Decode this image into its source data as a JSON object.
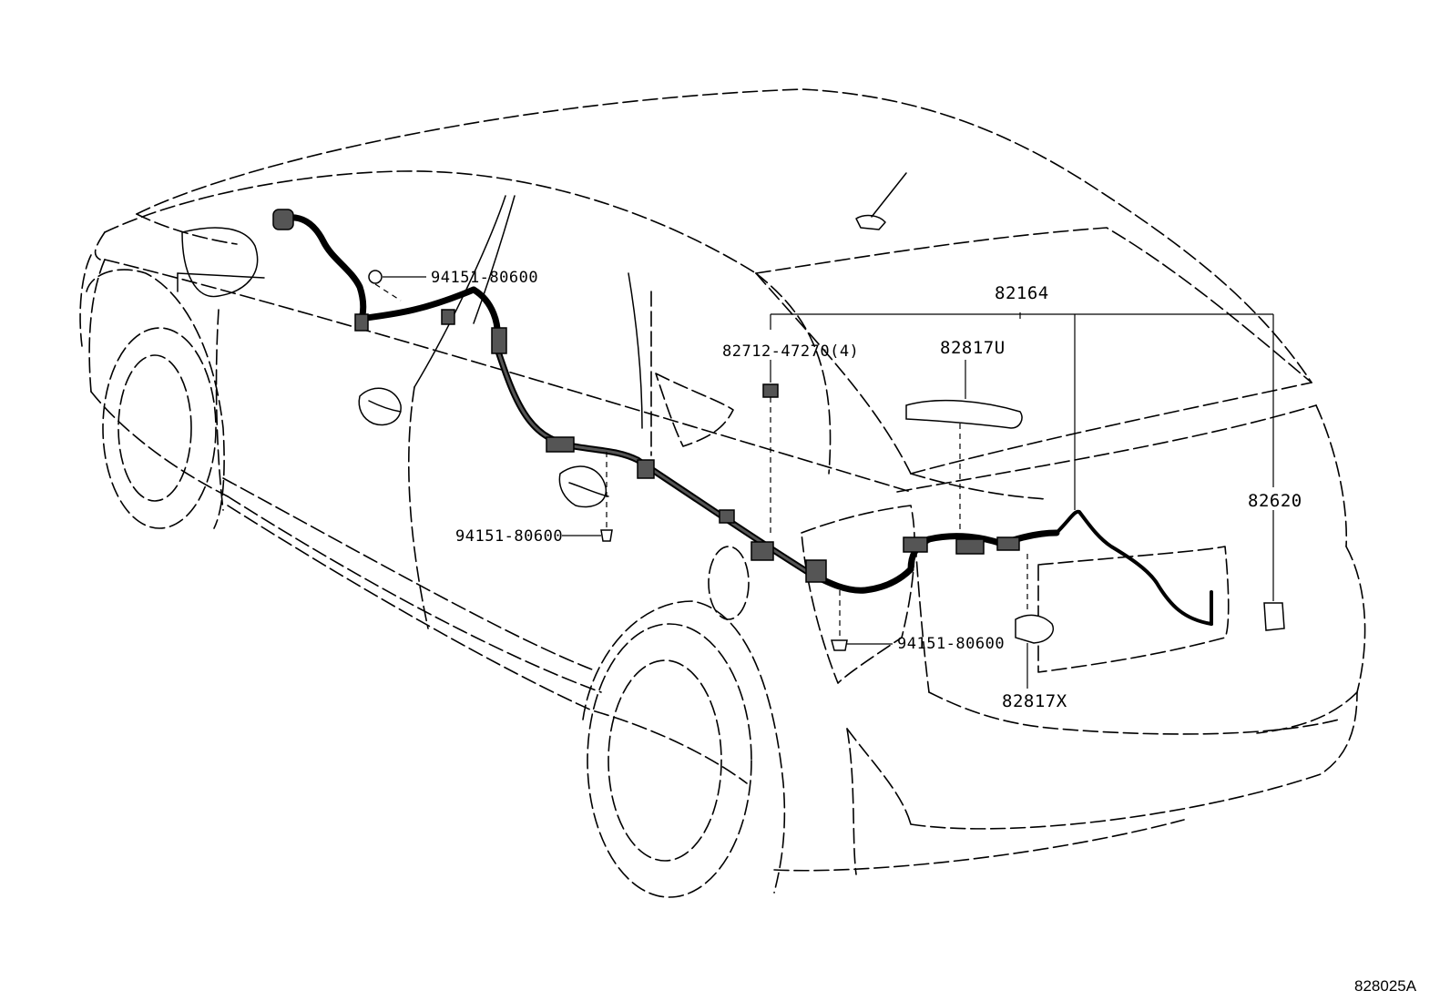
{
  "diagram": {
    "ref_code": "828025A",
    "labels": {
      "clip_front": "94151-80600",
      "clip_mid": "94151-80600",
      "clip_rear": "94151-80600",
      "clamp_82712": "82712-47270(4)",
      "harness_82164": "82164",
      "protector_82817u": "82817U",
      "protector_82817x": "82817X",
      "block_82620": "82620"
    }
  }
}
